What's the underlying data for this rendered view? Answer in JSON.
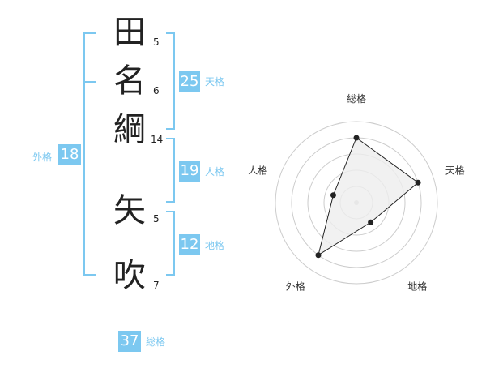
{
  "name": {
    "characters": [
      {
        "char": "田",
        "strokes": "5"
      },
      {
        "char": "名",
        "strokes": "6"
      },
      {
        "char": "綱",
        "strokes": "14"
      },
      {
        "char": "矢",
        "strokes": "5"
      },
      {
        "char": "吹",
        "strokes": "7"
      }
    ]
  },
  "scores": {
    "tenkaku": {
      "value": "25",
      "label": "天格"
    },
    "jinkaku": {
      "value": "19",
      "label": "人格"
    },
    "chikaku": {
      "value": "12",
      "label": "地格"
    },
    "gaikaku": {
      "value": "18",
      "label": "外格"
    },
    "soukaku": {
      "value": "37",
      "label": "総格"
    }
  },
  "chart_data": {
    "type": "radar",
    "axes": [
      "総格",
      "天格",
      "地格",
      "外格",
      "人格"
    ],
    "values": [
      4,
      4,
      1.5,
      4,
      1.5
    ],
    "max": 5,
    "rings": 5,
    "colors": {
      "fill": "#eeeeee",
      "stroke": "#222222",
      "grid": "#cccccc",
      "center": "#cccccc"
    }
  },
  "colors": {
    "accent": "#7cc8f0"
  }
}
